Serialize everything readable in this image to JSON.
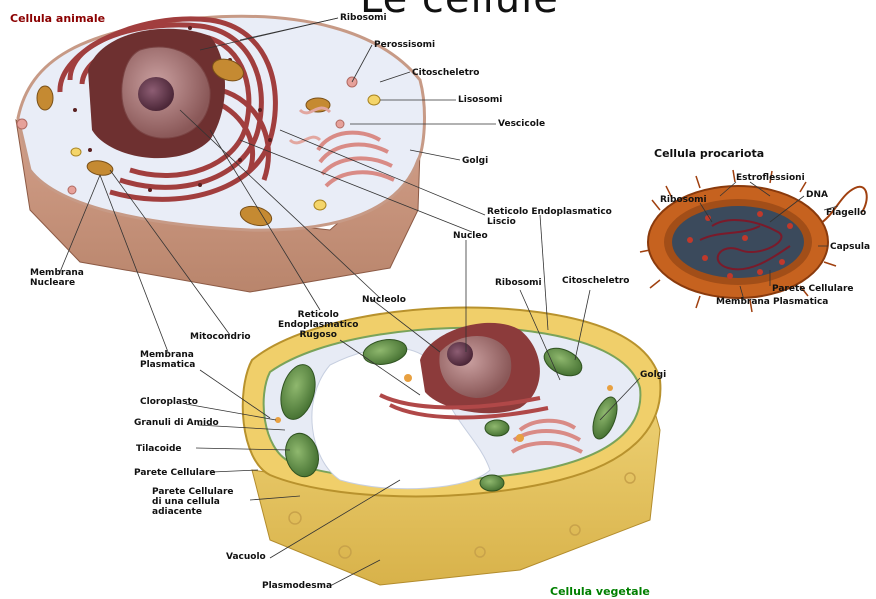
{
  "main_title": "Le cellule",
  "animal": {
    "title": "Cellula animale",
    "title_color": "#8b0000",
    "labels": {
      "ribosomi": "Ribosomi",
      "perossisomi": "Perossisomi",
      "citoscheletro": "Citoscheletro",
      "lisosomi": "Lisosomi",
      "vescicole": "Vescicole",
      "golgi": "Golgi",
      "rel": "Reticolo Endoplasmatico\nLiscio",
      "nucleo": "Nucleo",
      "nucleolo": "Nucleolo",
      "rer": "Reticolo\nEndoplasmatico\nRugoso",
      "mitocondrio": "Mitocondrio",
      "membrana_nucleare": "Membrana\nNucleare",
      "membrana_plasmatica": "Membrana\nPlasmatica"
    }
  },
  "procariota": {
    "title": "Cellula procariota",
    "labels": {
      "estroflessioni": "Estroflessioni",
      "ribosomi": "Ribosomi",
      "dna": "DNA",
      "flagello": "Flagello",
      "capsula": "Capsula",
      "parete": "Parete Cellulare",
      "membrana": "Membrana Plasmatica"
    }
  },
  "vegetale": {
    "title": "Cellula vegetale",
    "title_color": "#008000",
    "labels": {
      "ribosomi": "Ribosomi",
      "citoscheletro": "Citoscheletro",
      "golgi": "Golgi",
      "cloroplasto": "Cloroplasto",
      "granuli": "Granuli di Amido",
      "tilacoide": "Tilacoide",
      "parete": "Parete Cellulare",
      "parete_adiacente": "Parete Cellulare\ndi una cellula\nadiacente",
      "vacuolo": "Vacuolo",
      "plasmodesma": "Plasmodesma"
    }
  },
  "colors": {
    "cytoplasm": "#e8ecf6",
    "membrane_brown": "#b97a5a",
    "nucleus": "#9c6b6b",
    "er": "#a34444",
    "chloroplast": "#4f7f3a",
    "wall": "#e6c25a",
    "mito": "#c58a32",
    "bacterium": "#b5581f"
  }
}
